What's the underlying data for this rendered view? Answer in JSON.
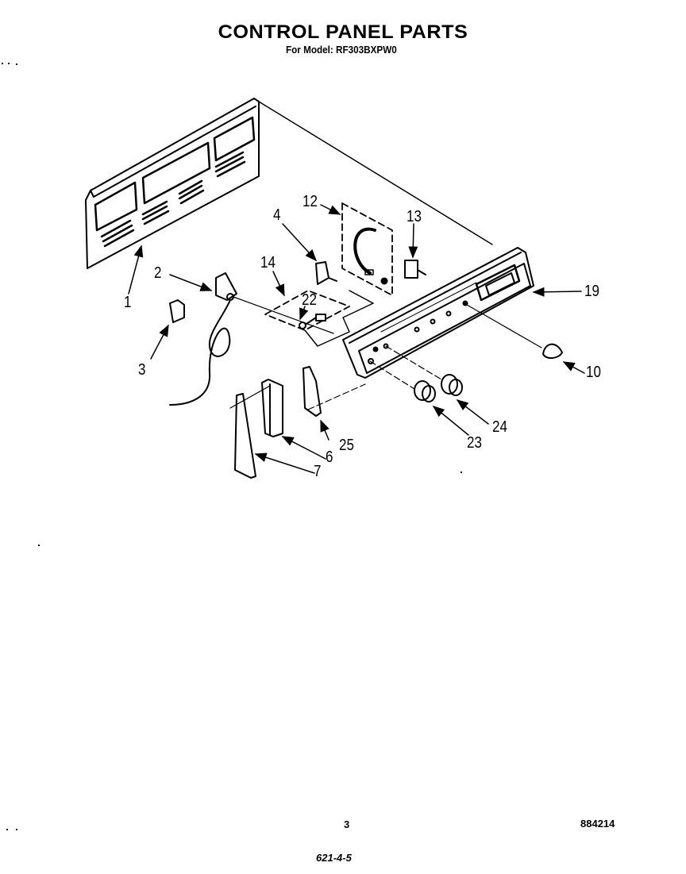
{
  "header": {
    "title": "CONTROL PANEL PARTS",
    "subtitle": "For Model: RF303BXPW0"
  },
  "callouts": [
    {
      "id": "1",
      "label": "1"
    },
    {
      "id": "2",
      "label": "2"
    },
    {
      "id": "3",
      "label": "3"
    },
    {
      "id": "4",
      "label": "4"
    },
    {
      "id": "6",
      "label": "6"
    },
    {
      "id": "7",
      "label": "7"
    },
    {
      "id": "10",
      "label": "10"
    },
    {
      "id": "12",
      "label": "12"
    },
    {
      "id": "13",
      "label": "13"
    },
    {
      "id": "14",
      "label": "14"
    },
    {
      "id": "19",
      "label": "19"
    },
    {
      "id": "22",
      "label": "22"
    },
    {
      "id": "23",
      "label": "23"
    },
    {
      "id": "24",
      "label": "24"
    },
    {
      "id": "25",
      "label": "25"
    }
  ],
  "footer": {
    "page_number": "3",
    "doc_code": "884214",
    "handwritten": "621-4-5"
  }
}
